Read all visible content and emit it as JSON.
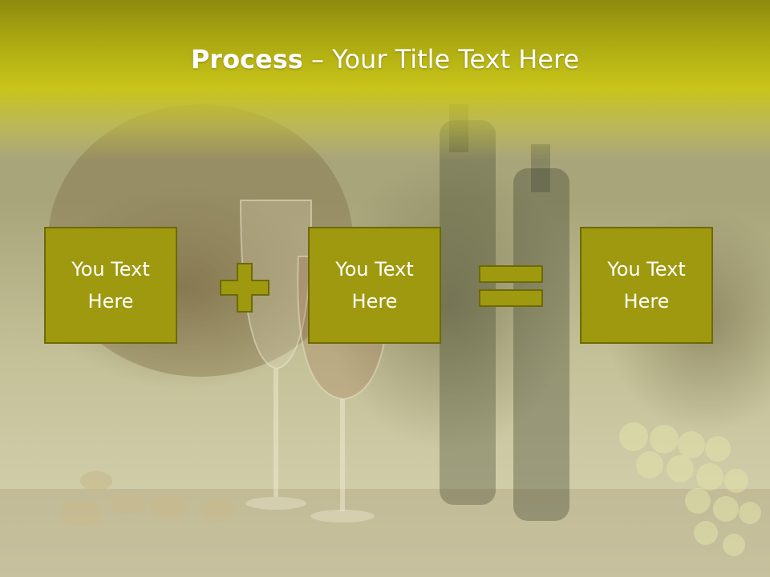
{
  "title": {
    "bold": "Process",
    "rest": " – Your Title Text Here"
  },
  "boxes": [
    {
      "label": "You Text Here"
    },
    {
      "label": "You Text Here"
    },
    {
      "label": "You Text Here"
    }
  ],
  "colors": {
    "box_fill": "#9e990f",
    "box_border": "#6d6a08",
    "banner": "#c8c41a"
  },
  "icons": [
    "plus-icon",
    "equals-icon"
  ]
}
